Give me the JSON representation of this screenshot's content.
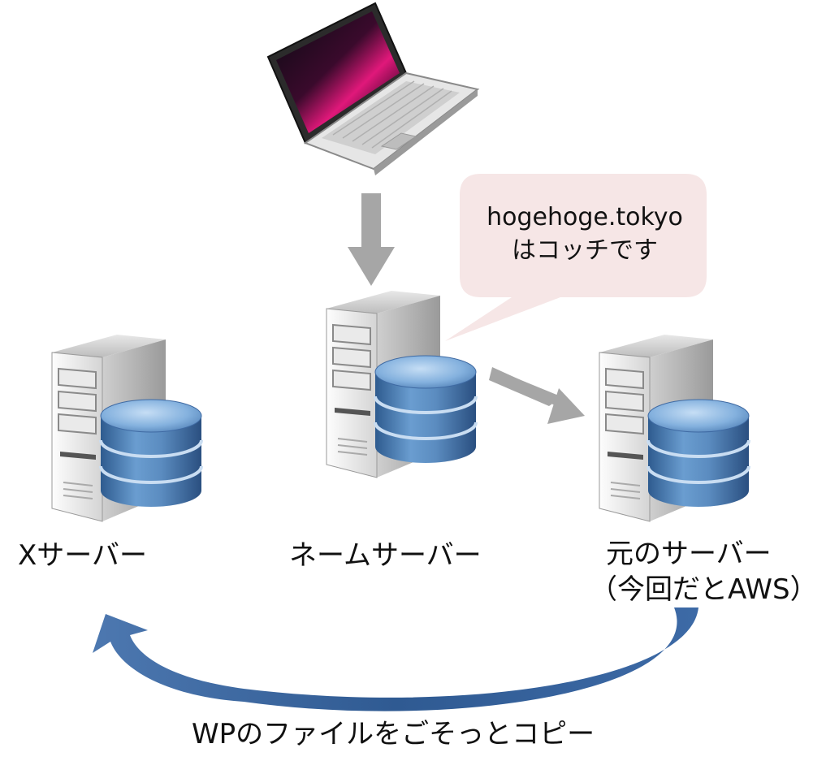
{
  "bubble": {
    "line1": "hogehoge.tokyo",
    "line2": "はコッチです"
  },
  "servers": {
    "x_server": "Xサーバー",
    "name_server": "ネームサーバー",
    "original_server": "元のサーバー",
    "original_server_note": "（今回だとAWS）"
  },
  "copy_label": "WPのファイルをごそっとコピー",
  "colors": {
    "arrow_gray": "#a6a6a6",
    "curve_blue": "#3f6aa3",
    "bubble_fill": "#f6e6e6",
    "db_blue": "#5b8cc0"
  }
}
